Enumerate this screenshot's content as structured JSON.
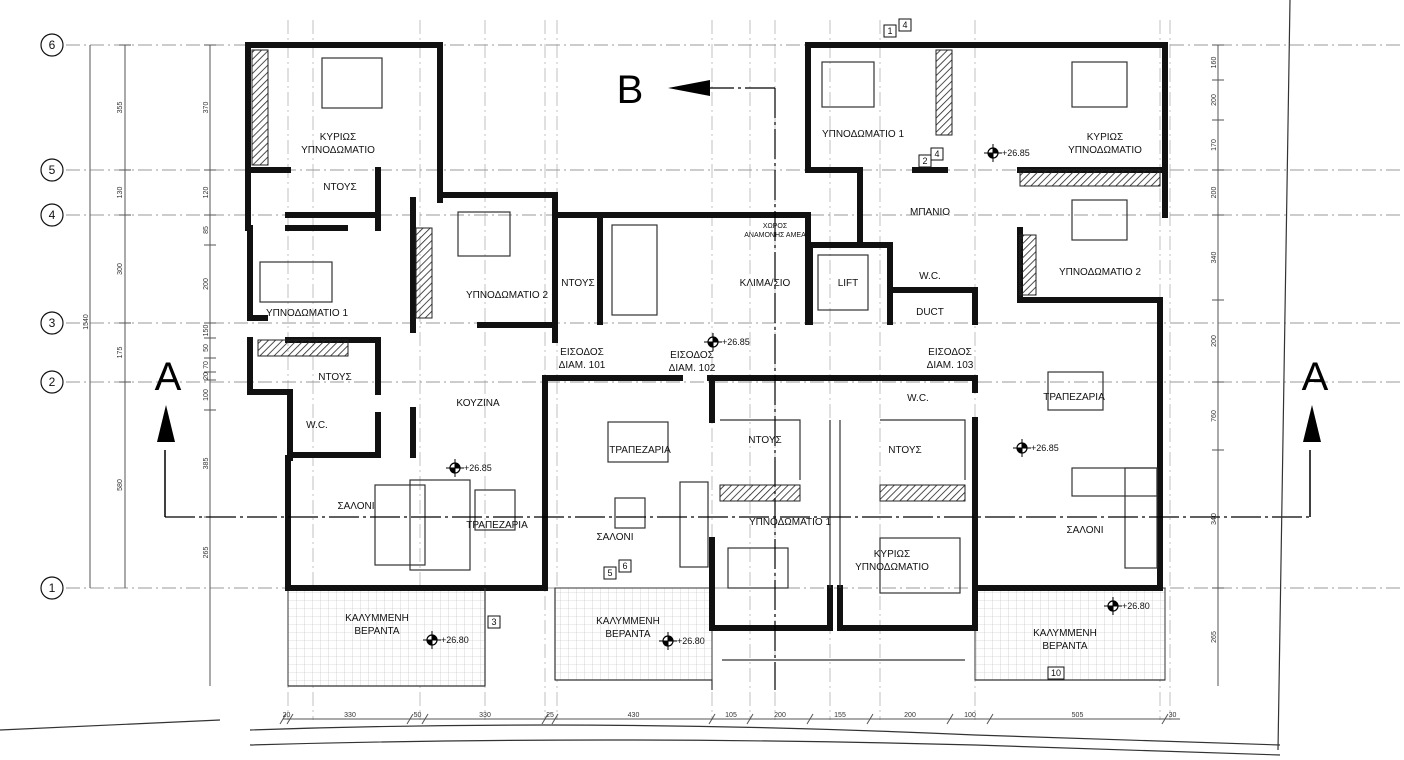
{
  "grid_axes": [
    "6",
    "5",
    "4",
    "3",
    "2",
    "1"
  ],
  "left_dims_outer": [
    "1540"
  ],
  "left_dims_main": [
    "355",
    "130",
    "300",
    "175",
    "580"
  ],
  "left_dims_inner": [
    "370",
    "120",
    "85",
    "200",
    "150",
    "50",
    "70",
    "20",
    "100",
    "385",
    "265"
  ],
  "right_dims": [
    "160",
    "200",
    "170",
    "200",
    "340",
    "200",
    "760",
    "340",
    "265"
  ],
  "bottom_dims": [
    "20",
    "330",
    "50",
    "330",
    "25",
    "430",
    "105",
    "200",
    "155",
    "200",
    "100",
    "505",
    "30"
  ],
  "section_marks": {
    "a_left": "A",
    "a_right": "A",
    "b": "B"
  },
  "rooms": [
    {
      "l1": "ΚΥΡΙΩΣ",
      "l2": "ΥΠΝΟΔΩΜΑΤΙΟ"
    },
    {
      "l1": "ΝΤΟΥΣ",
      "l2": ""
    },
    {
      "l1": "ΥΠΝΟΔΩΜΑΤΙΟ 1",
      "l2": ""
    },
    {
      "l1": "ΝΤΟΥΣ",
      "l2": ""
    },
    {
      "l1": "W.C.",
      "l2": ""
    },
    {
      "l1": "ΥΠΝΟΔΩΜΑΤΙΟ 2",
      "l2": ""
    },
    {
      "l1": "ΝΤΟΥΣ",
      "l2": ""
    },
    {
      "l1": "ΚΛΙΜΑ/ΣΙΟ",
      "l2": ""
    },
    {
      "l1": "LIFT",
      "l2": ""
    },
    {
      "l1": "ΥΠΝΟΔΩΜΑΤΙΟ 1",
      "l2": ""
    },
    {
      "l1": "ΚΥΡΙΩΣ",
      "l2": "ΥΠΝΟΔΩΜΑΤΙΟ"
    },
    {
      "l1": "ΜΠΑΝΙΟ",
      "l2": ""
    },
    {
      "l1": "W.C.",
      "l2": ""
    },
    {
      "l1": "DUCT",
      "l2": ""
    },
    {
      "l1": "ΥΠΝΟΔΩΜΑΤΙΟ 2",
      "l2": ""
    },
    {
      "l1": "ΕΙΣΟΔΟΣ",
      "l2": "ΔΙΑΜ. 101"
    },
    {
      "l1": "ΕΙΣΟΔΟΣ",
      "l2": "ΔΙΑΜ. 102"
    },
    {
      "l1": "ΕΙΣΟΔΟΣ",
      "l2": "ΔΙΑΜ. 103"
    },
    {
      "l1": "ΚΟΥΖΙΝΑ",
      "l2": ""
    },
    {
      "l1": "ΤΡΑΠΕΖΑΡΙΑ",
      "l2": ""
    },
    {
      "l1": "ΝΤΟΥΣ",
      "l2": ""
    },
    {
      "l1": "W.C.",
      "l2": ""
    },
    {
      "l1": "ΝΤΟΥΣ",
      "l2": ""
    },
    {
      "l1": "ΤΡΑΠΕΖΑΡΙΑ",
      "l2": ""
    },
    {
      "l1": "ΣΑΛΟΝΙ",
      "l2": ""
    },
    {
      "l1": "ΤΡΑΠΕΖΑΡΙΑ",
      "l2": ""
    },
    {
      "l1": "ΣΑΛΟΝΙ",
      "l2": ""
    },
    {
      "l1": "ΥΠΝΟΔΩΜΑΤΙΟ 1",
      "l2": ""
    },
    {
      "l1": "ΚΥΡΙΩΣ",
      "l2": "ΥΠΝΟΔΩΜΑΤΙΟ"
    },
    {
      "l1": "ΣΑΛΟΝΙ",
      "l2": ""
    },
    {
      "l1": "ΚΑΛΥΜΜΕΝΗ",
      "l2": "ΒΕΡΑΝΤΑ"
    },
    {
      "l1": "ΚΑΛΥΜΜΕΝΗ",
      "l2": "ΒΕΡΑΝΤΑ"
    },
    {
      "l1": "ΚΑΛΥΜΜΕΝΗ",
      "l2": "ΒΕΡΑΝΤΑ"
    },
    {
      "l1": "ΧΩΡΟΣ",
      "l2": "ΑΝΑΜΟΝΗΣ ΑΜΕΑ"
    }
  ],
  "levels": [
    "+26.85",
    "+26.85",
    "+26.85",
    "+26.85",
    "+26.80",
    "+26.80",
    "+26.80"
  ],
  "tags": [
    "1",
    "4",
    "2",
    "4",
    "3",
    "5",
    "6",
    "10"
  ]
}
